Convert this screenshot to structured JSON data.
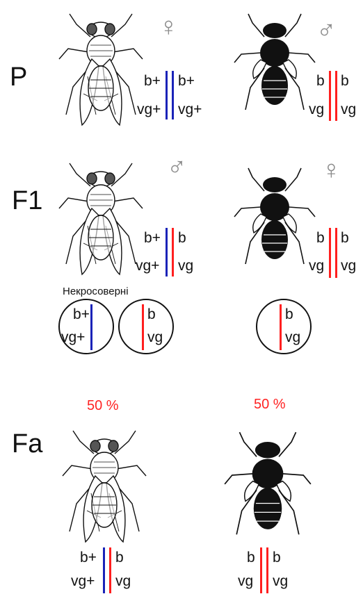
{
  "generations": {
    "p": "P",
    "f1": "F1",
    "fa": "Fa"
  },
  "sex_symbols": {
    "female": "♀",
    "male": "♂"
  },
  "genotypes": {
    "p_female": {
      "left_top": "b+",
      "left_bottom": "vg+",
      "right_top": "b+",
      "right_bottom": "vg+",
      "left_color": "blue",
      "right_color": "blue"
    },
    "p_male": {
      "left_top": "b",
      "left_bottom": "vg",
      "right_top": "b",
      "right_bottom": "vg",
      "left_color": "red",
      "right_color": "red"
    },
    "f1_male": {
      "left_top": "b+",
      "left_bottom": "vg+",
      "right_top": "b",
      "right_bottom": "vg",
      "left_color": "blue",
      "right_color": "red"
    },
    "f1_female": {
      "left_top": "b",
      "left_bottom": "vg",
      "right_top": "b",
      "right_bottom": "vg",
      "left_color": "red",
      "right_color": "red"
    },
    "fa_left": {
      "left_top": "b+",
      "left_bottom": "vg+",
      "right_top": "b",
      "right_bottom": "vg",
      "left_color": "blue",
      "right_color": "red"
    },
    "fa_right": {
      "left_top": "b",
      "left_bottom": "vg",
      "right_top": "b",
      "right_bottom": "vg",
      "left_color": "red",
      "right_color": "red"
    }
  },
  "gametes": {
    "caption": "Некросоверні",
    "g1": {
      "top": "b+",
      "bottom": "vg+",
      "color": "blue"
    },
    "g2": {
      "top": "b",
      "bottom": "vg",
      "color": "red"
    },
    "g3": {
      "top": "b",
      "bottom": "vg",
      "color": "red"
    }
  },
  "percentages": {
    "left": "50 %",
    "right": "50 %"
  },
  "colors": {
    "blue_chromosome": "#1a23b8",
    "red_chromosome": "#ff1f1f",
    "sex_symbol": "#8c8c8c",
    "percent_text": "#ff2222"
  },
  "phenotypes": {
    "p_female": "wild-type-fly",
    "p_male": "black-vestigial-fly",
    "f1_male": "wild-type-fly",
    "f1_female": "black-vestigial-fly",
    "fa_left": "wild-type-fly",
    "fa_right": "black-vestigial-fly"
  }
}
